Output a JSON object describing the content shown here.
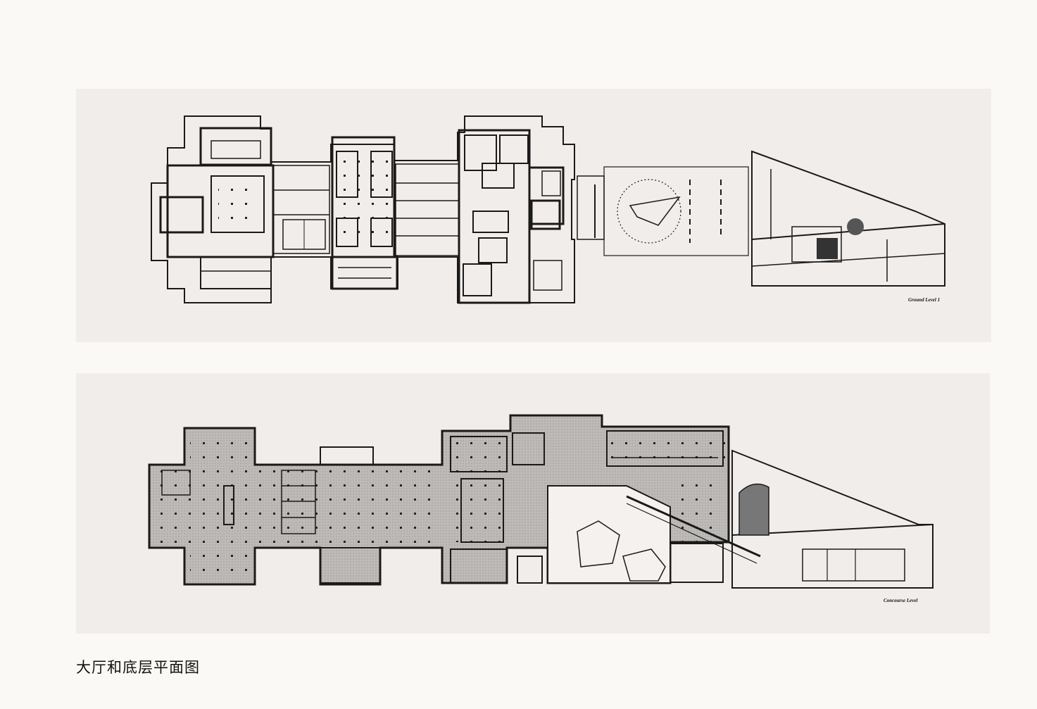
{
  "plans": {
    "ground_label": "Ground Level 1",
    "concourse_label": "Concourse Level"
  },
  "caption": "大厅和底层平面图",
  "colors": {
    "ink": "#1a1a1a",
    "fill": "#b9b6b4",
    "panel": "#f1edea",
    "paper": "#fbf9f6"
  }
}
